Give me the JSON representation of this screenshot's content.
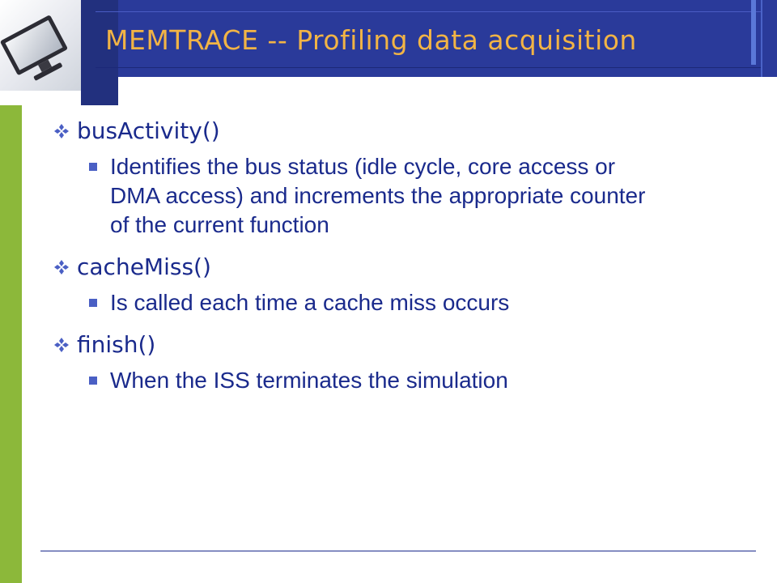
{
  "slide": {
    "title": "MEMTRACE -- Profiling data acquisition"
  },
  "bullets": [
    {
      "label": "busActivity()",
      "sub": [
        "Identifies the bus status (idle cycle, core access or DMA access) and increments the appropriate counter of the current function"
      ]
    },
    {
      "label": "cacheMiss()",
      "sub": [
        "Is called each time a cache miss occurs"
      ]
    },
    {
      "label": "finish()",
      "sub": [
        "When the ISS terminates the simulation"
      ]
    }
  ],
  "colors": {
    "header_blue": "#2a3a9a",
    "title_gold": "#f2b445",
    "text_navy": "#1a2a8c",
    "sidebar_green": "#8cb83a",
    "bullet_blue": "#4a5fc4"
  },
  "icons": {
    "logo": "computer-monitor-icon",
    "level1_bullet": "four-diamond-icon",
    "level2_bullet": "square-bullet-icon"
  }
}
